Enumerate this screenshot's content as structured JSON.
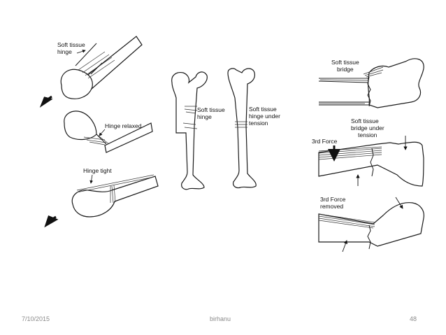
{
  "labels": {
    "soft_tissue_hinge_l1": "Soft tissue",
    "soft_tissue_hinge_l2": "hinge",
    "hinge_relaxed": "Hinge relaxed",
    "hinge_tight": "Hinge tight",
    "mid_hinge_l1": "Soft tissue",
    "mid_hinge_l2": "hinge",
    "mid_tension_l1": "Soft tissue",
    "mid_tension_l2": "hinge under",
    "mid_tension_l3": "tension",
    "bridge_l1": "Soft tissue",
    "bridge_l2": "bridge",
    "bridge_tension_l1": "Soft tissue",
    "bridge_tension_l2": "bridge under",
    "bridge_tension_l3": "tension",
    "third_force": "3rd Force",
    "third_force_removed_l1": "3rd Force",
    "third_force_removed_l2": "removed"
  },
  "footer": {
    "date": "7/10/2015",
    "author": "birhanu",
    "page": "48"
  }
}
